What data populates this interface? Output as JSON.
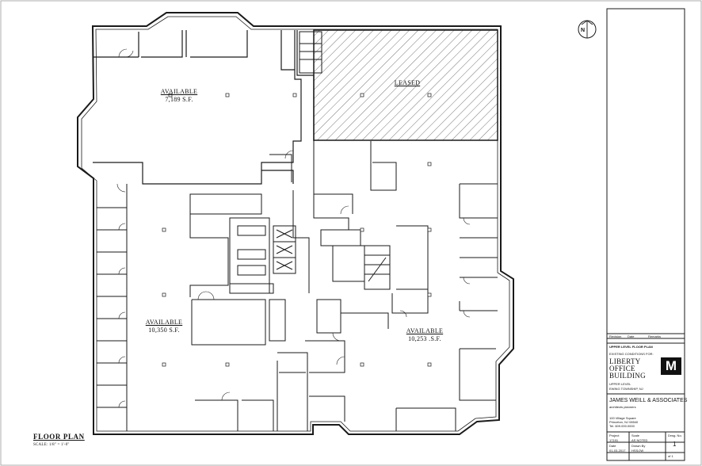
{
  "plan": {
    "title": "FLOOR PLAN",
    "scale": "SCALE: 1/8\" = 1'-0\""
  },
  "spaces": [
    {
      "id": "nw",
      "name": "AVAILABLE",
      "area": "7,189 S.F."
    },
    {
      "id": "leased",
      "name": "LEASED"
    },
    {
      "id": "sw",
      "name": "AVAILABLE",
      "area": "10,350 S.F."
    },
    {
      "id": "se",
      "name": "AVAILABLE",
      "area": "10,253 .S.F."
    }
  ],
  "title_block": {
    "revision_headers": [
      "Revision",
      "Date",
      "Remarks"
    ],
    "sheet_title": "UPPER LEVEL FLOOR PLAN",
    "sheet_subtitle": "EXISTING CONDITIONS FOR:",
    "building_name": [
      "LIBERTY",
      "OFFICE",
      "BUILDING"
    ],
    "location": "UPPER LEVEL",
    "township": "EWING TOWNSHIP, NJ",
    "logo_letter": "M",
    "architect": "JAMES WEILL & ASSOCIATES",
    "architect_sub": "architects planners",
    "address": [
      "100 Village Square",
      "Princeton, NJ 08540",
      "Tel. 609.000.0000"
    ],
    "fields": [
      {
        "label": "Project",
        "value": "17191"
      },
      {
        "label": "Scale",
        "value": "AS NOTED"
      },
      {
        "label": "Date",
        "value": "01-03-2017"
      },
      {
        "label": "Drawn By",
        "value": "HSS/JW"
      }
    ],
    "drawing_label": "Drwg. No.",
    "drawing_number": "1",
    "sheet_of": "of 1"
  },
  "north_arrow": {
    "icon": "north-arrow-icon",
    "letter": "N"
  },
  "colors": {
    "line": "#1a1a1a",
    "hatch": "#555555",
    "paper": "#ffffff"
  }
}
